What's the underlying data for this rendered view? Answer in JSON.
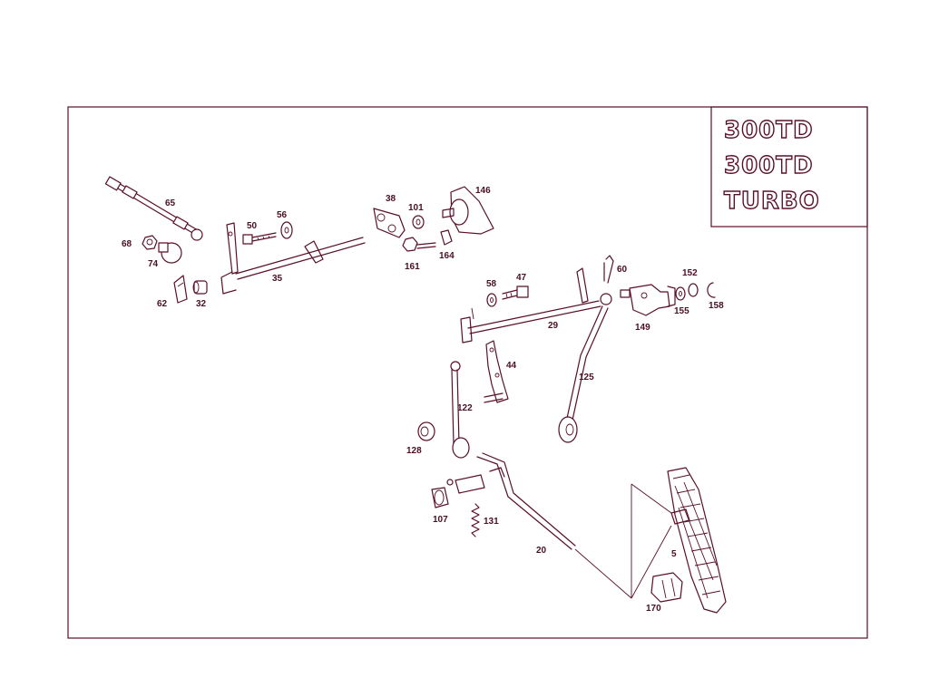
{
  "colors": {
    "line": "#5a0f2a",
    "label": "#4a0f25",
    "background": "#ffffff"
  },
  "badges": [
    "300TD",
    "300TD",
    "TURBO"
  ],
  "labels": {
    "p65": "65",
    "p68": "68",
    "p74": "74",
    "p62": "62",
    "p32": "32",
    "p50": "50",
    "p56": "56",
    "p35": "35",
    "p38": "38",
    "p101": "101",
    "p146": "146",
    "p161": "161",
    "p164": "164",
    "p60": "60",
    "p58": "58",
    "p47": "47",
    "p152": "152",
    "p155": "155",
    "p158": "158",
    "p149": "149",
    "p29": "29",
    "p44": "44",
    "p125": "125",
    "p122": "122",
    "p128": "128",
    "p107": "107",
    "p131": "131",
    "p20": "20",
    "p5": "5",
    "p170": "170"
  }
}
